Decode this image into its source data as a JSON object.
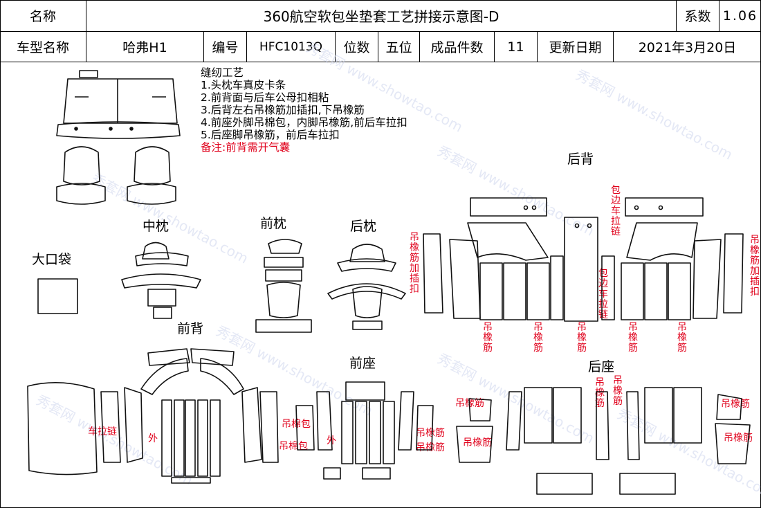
{
  "header": {
    "row1": {
      "name_label": "名称",
      "title": "360航空软包坐垫套工艺拼接示意图-D",
      "coef_label": "系数",
      "coef_value": "1.06"
    },
    "row2": {
      "model_label": "车型名称",
      "model_value": "哈弗H1",
      "code_label": "编号",
      "code_value": "HFC1013Q",
      "seats_label": "位数",
      "seats_value": "五位",
      "pieces_label": "成品件数",
      "pieces_value": "11",
      "date_label": "更新日期",
      "date_value": "2021年3月20日"
    }
  },
  "notes": {
    "heading": "缝纫工艺",
    "items": [
      "1.头枕车真皮卡条",
      "2.前背面与后车公母扣相粘",
      "3.后背左右吊橡筋加插扣,下吊橡筋",
      "4.前座外脚吊棉包，内脚吊橡筋,前后车拉扣",
      "5.后座脚吊橡筋，前后车拉扣"
    ],
    "remark": "备注:前背需开气囊"
  },
  "sections": {
    "mid_pillow": "中枕",
    "front_pillow": "前枕",
    "rear_pillow": "后枕",
    "big_pocket": "大口袋",
    "front_back": "前背",
    "front_seat": "前座",
    "rear_back": "后背",
    "rear_seat": "后座"
  },
  "annotations": {
    "rear_back_left": "吊橡筋加插扣",
    "rear_back_right": "吊橡筋加插扣",
    "zipper_top": "包边车拉链",
    "zipper_mid": "包边车拉链",
    "rubber": "吊橡筋",
    "car_zipper": "车拉链",
    "outer": "外",
    "cotton_bag": "吊棉包",
    "rubber_h": "吊橡筋"
  },
  "watermark": "秀套网 www.showtao.com"
}
